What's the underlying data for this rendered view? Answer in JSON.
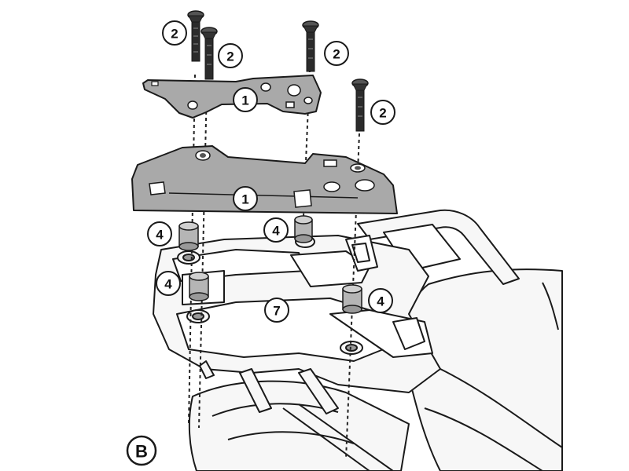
{
  "panel_label": "B",
  "callouts": {
    "screw_a": "2",
    "screw_b": "2",
    "screw_c": "2",
    "screw_d": "2",
    "upper_plate": "1",
    "main_plate": "1",
    "bushing_a": "4",
    "bushing_b": "4",
    "bushing_c": "4",
    "bushing_d": "4",
    "rack": "7"
  },
  "colors": {
    "plate_fill": "#a9a9a9",
    "screw_fill": "#2b2b2b",
    "bushing_fill": "#b5b5b5",
    "line": "#1a1a1a",
    "rack_fill": "#f7f7f7"
  }
}
